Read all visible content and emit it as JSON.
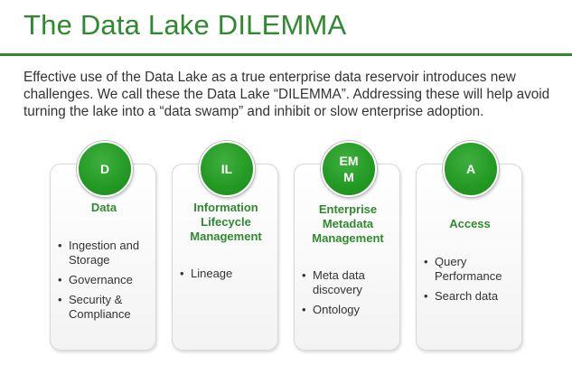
{
  "title": "The Data Lake DILEMMA",
  "intro": "Effective use of the Data Lake as a true enterprise data reservoir introduces new challenges. We call these the Data Lake “DILEMMA”.  Addressing these  will help avoid turning the lake into a “data swamp” and inhibit or slow enterprise adoption.",
  "colors": {
    "accent": "#2f8a2f",
    "badge": "#229a22",
    "text": "#333333"
  },
  "cards": [
    {
      "badge": "D",
      "title": "Data",
      "bullets": [
        "Ingestion and Storage",
        "Governance",
        "Security & Compliance"
      ]
    },
    {
      "badge": "IL",
      "title": "Information Lifecycle Management",
      "bullets": [
        "Lineage"
      ]
    },
    {
      "badge": "EM M",
      "title": "Enterprise Metadata Management",
      "bullets": [
        "Meta data discovery",
        "Ontology"
      ]
    },
    {
      "badge": "A",
      "title": "Access",
      "bullets": [
        "Query Performance",
        "Search data"
      ]
    }
  ]
}
